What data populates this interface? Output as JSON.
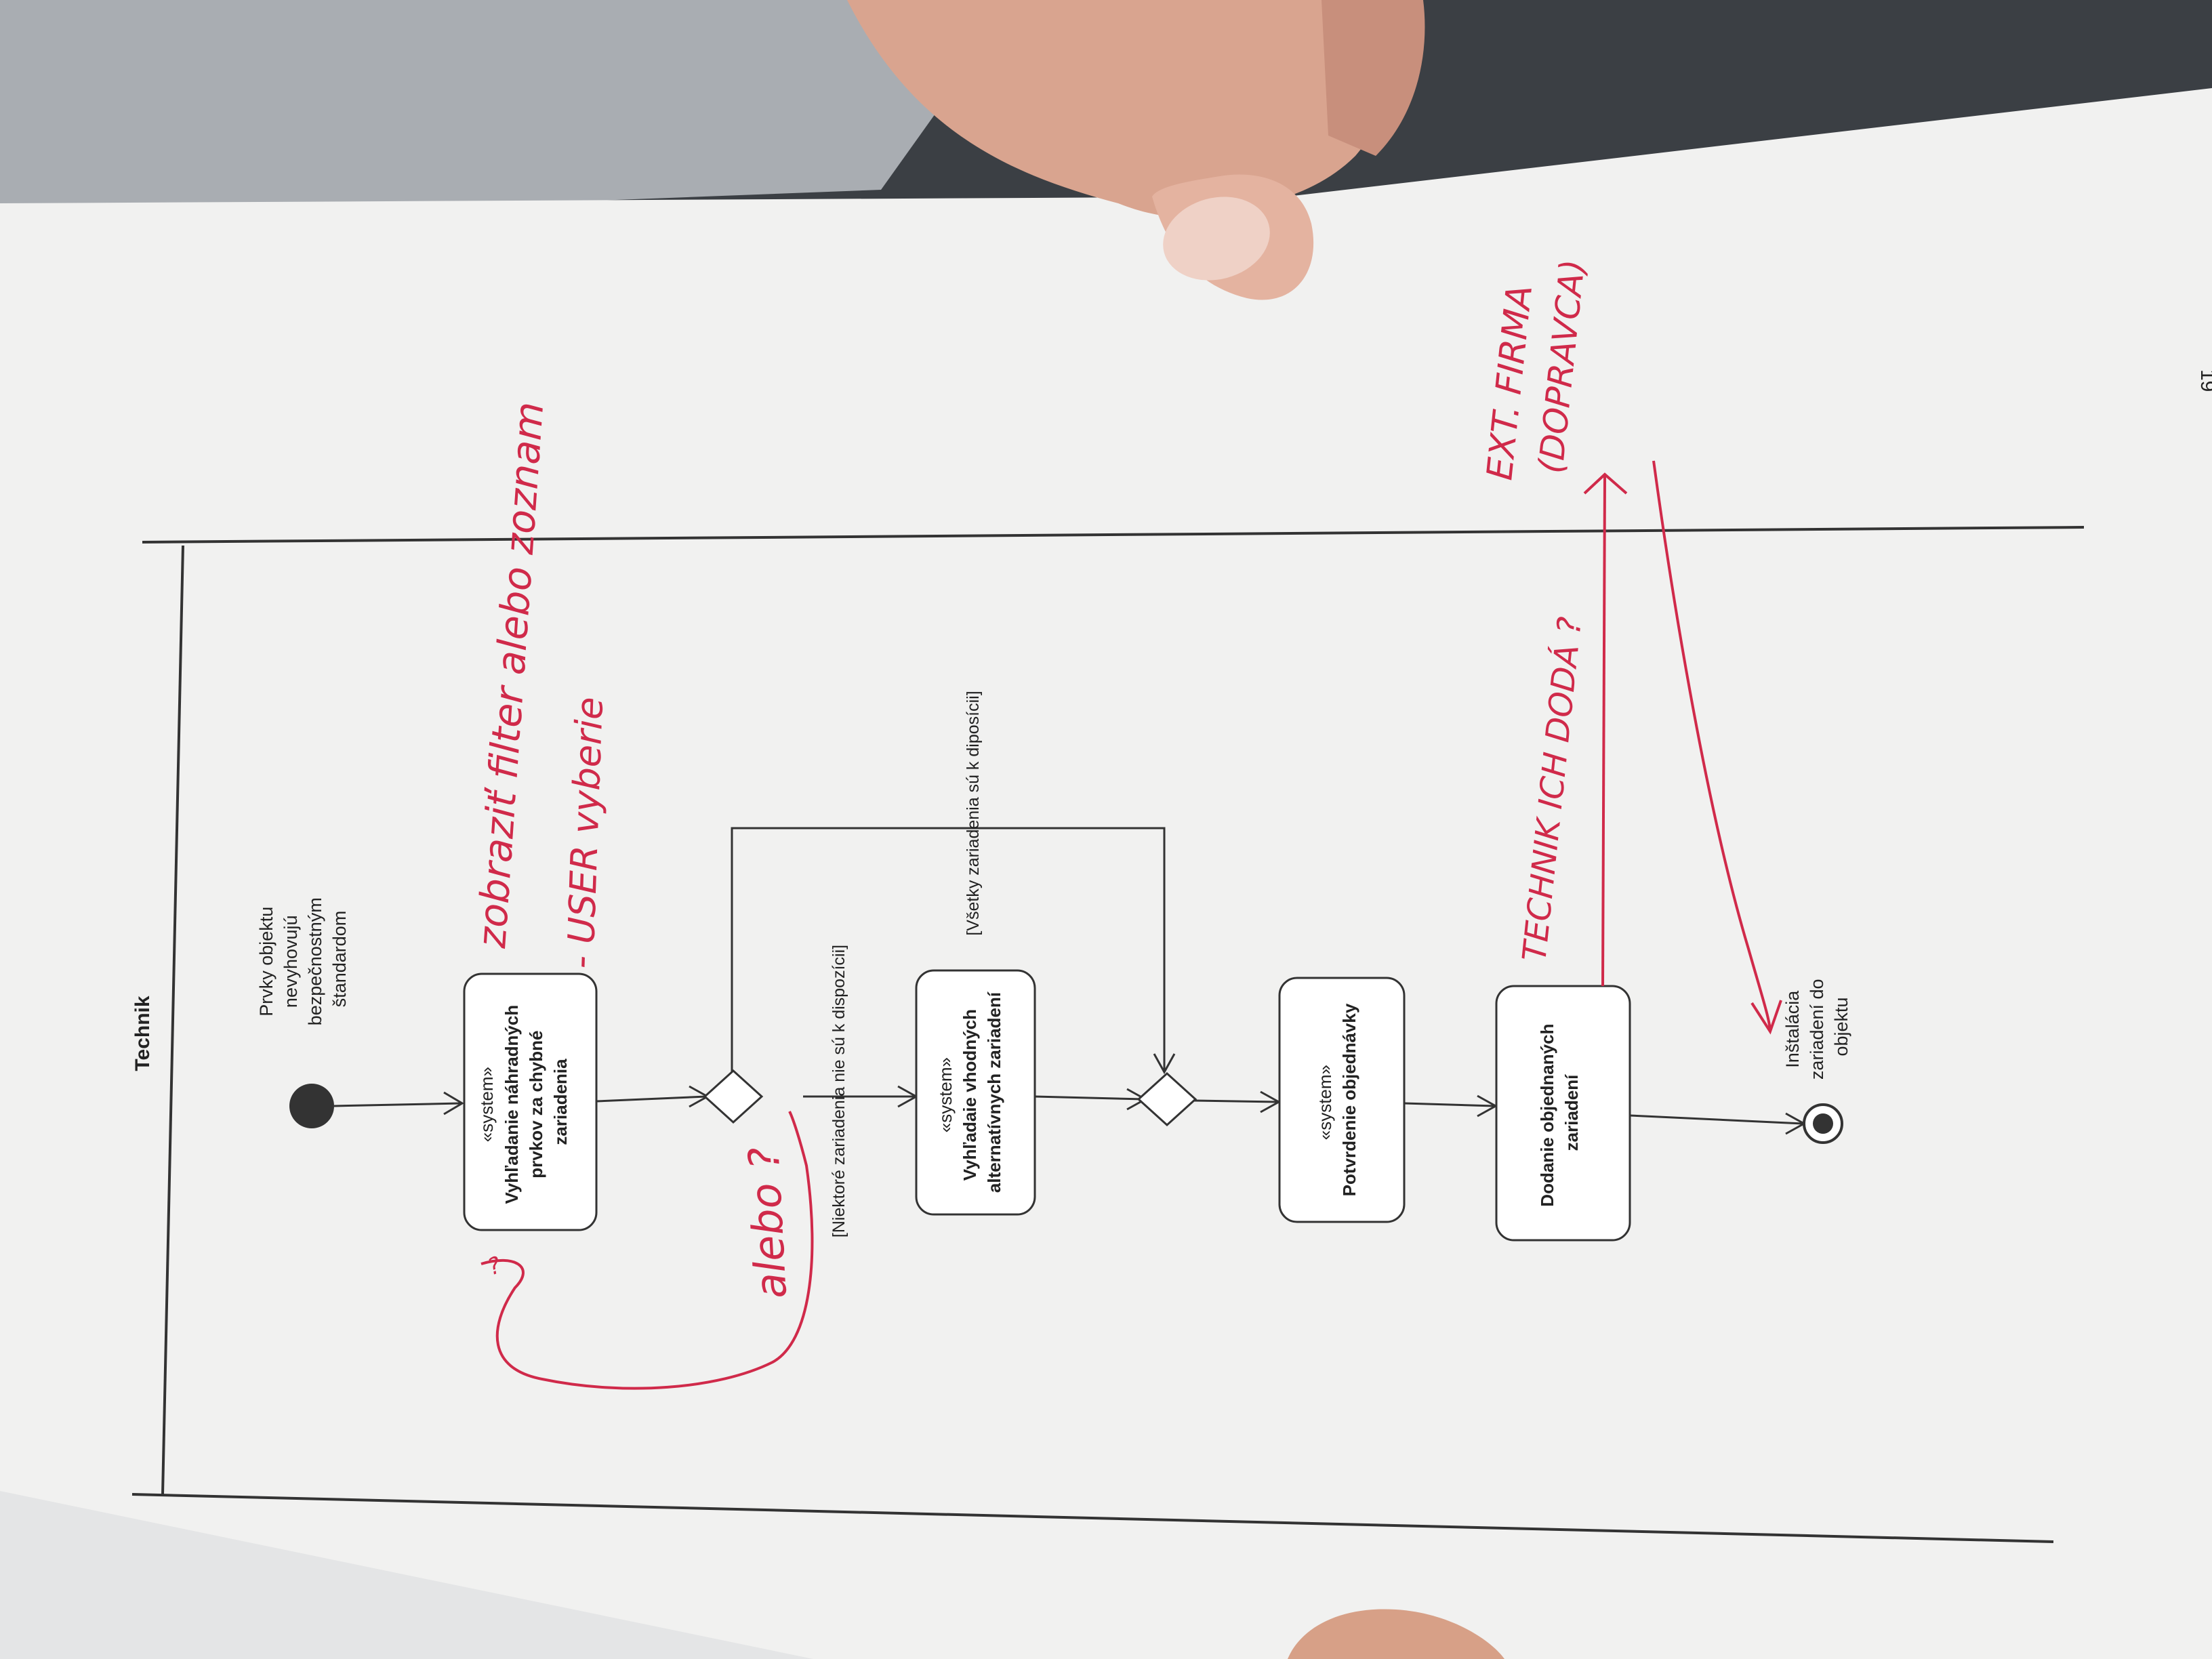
{
  "diagram": {
    "swimlane_title": "Technik",
    "start_label": [
      "Prvky objektu",
      "nevyhovujú",
      "bezpečnostným",
      "štandardom"
    ],
    "activities": [
      {
        "stereotype": "«system»",
        "lines": [
          "Vyhľadanie náhradných",
          "prvkov za chybné",
          "zariadenia"
        ]
      },
      {
        "stereotype": "«system»",
        "lines": [
          "Vyhľadaie vhodných",
          "alternatívnych zariadení"
        ]
      },
      {
        "stereotype": "«system»",
        "lines": [
          "Potvrdenie objednávky"
        ]
      },
      {
        "stereotype": "",
        "lines": [
          "Dodanie objednaných",
          "zariadení"
        ]
      }
    ],
    "guards": {
      "some_unavailable": "[Niektoré zariadenia nie sú k dispozícii]",
      "all_available": "[Všetky zariadenia sú k diposícii]"
    },
    "end_label": [
      "Inštalácia",
      "zariadení do",
      "objektu"
    ],
    "page_number": "19"
  },
  "annotations": {
    "note_1": "zobraziť filter alebo zoznam",
    "note_2": "- USER vyberie",
    "note_3": "alebo ?",
    "note_4": "TECHNIK ICH DODÁ ?",
    "note_5": "EXT. FIRMA",
    "note_6": "(DOPRAVCA)",
    "question_mark": "?",
    "ink_color": "#d02a4a"
  }
}
